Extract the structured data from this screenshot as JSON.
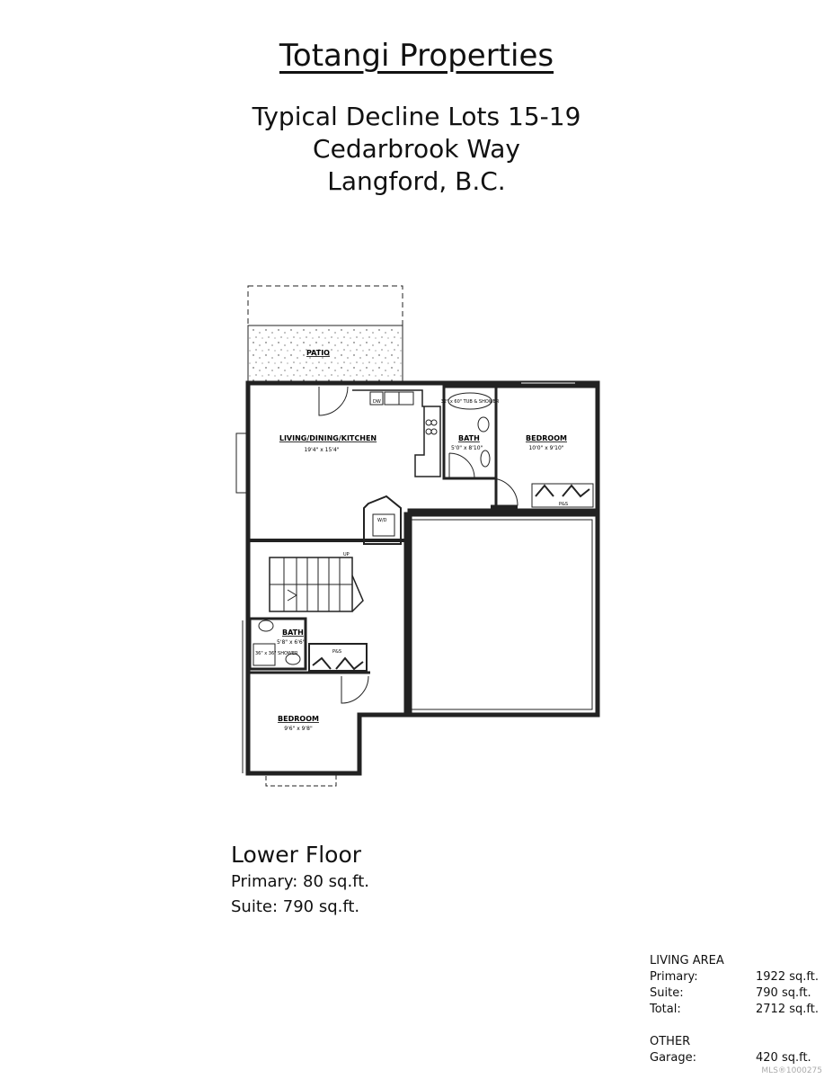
{
  "header": {
    "title": "Totangi Properties",
    "line1": "Typical Decline Lots 15-19",
    "line2": "Cedarbrook Way",
    "line3": "Langford, B.C."
  },
  "plan": {
    "patio": "PATIO",
    "living_label": "LIVING/DINING/KITCHEN",
    "living_dim": "19'4\" x 15'4\"",
    "bath1_label": "BATH",
    "bath1_dim": "5'0\" x 8'10\"",
    "tub_text": "32\" x 60\" TUB & SHOWER",
    "bedroom1_label": "BEDROOM",
    "bedroom1_dim": "10'0\" x 9'10\"",
    "shelf1": "P&S",
    "wd": "W/D",
    "up": "UP",
    "bath2_label": "BATH",
    "bath2_dim": "5'8\" x 6'6\"",
    "shower_text": "36\" x 36\" SHOWER",
    "shelf2": "P&S",
    "bedroom2_label": "BEDROOM",
    "bedroom2_dim": "9'6\" x 9'8\"",
    "dw": "DW"
  },
  "lower_floor": {
    "title": "Lower Floor",
    "primary": "Primary: 80 sq.ft.",
    "suite": "Suite: 790 sq.ft."
  },
  "living_area": {
    "heading": "LIVING AREA",
    "rows": [
      {
        "label": "Primary:",
        "value": "1922 sq.ft."
      },
      {
        "label": "Suite:",
        "value": "790  sq.ft."
      },
      {
        "label": "Total:",
        "value": "2712 sq.ft."
      }
    ]
  },
  "other": {
    "heading": "OTHER",
    "rows": [
      {
        "label": "Garage:",
        "value": "420   sq.ft."
      }
    ]
  },
  "watermark": "MLS®1000275"
}
